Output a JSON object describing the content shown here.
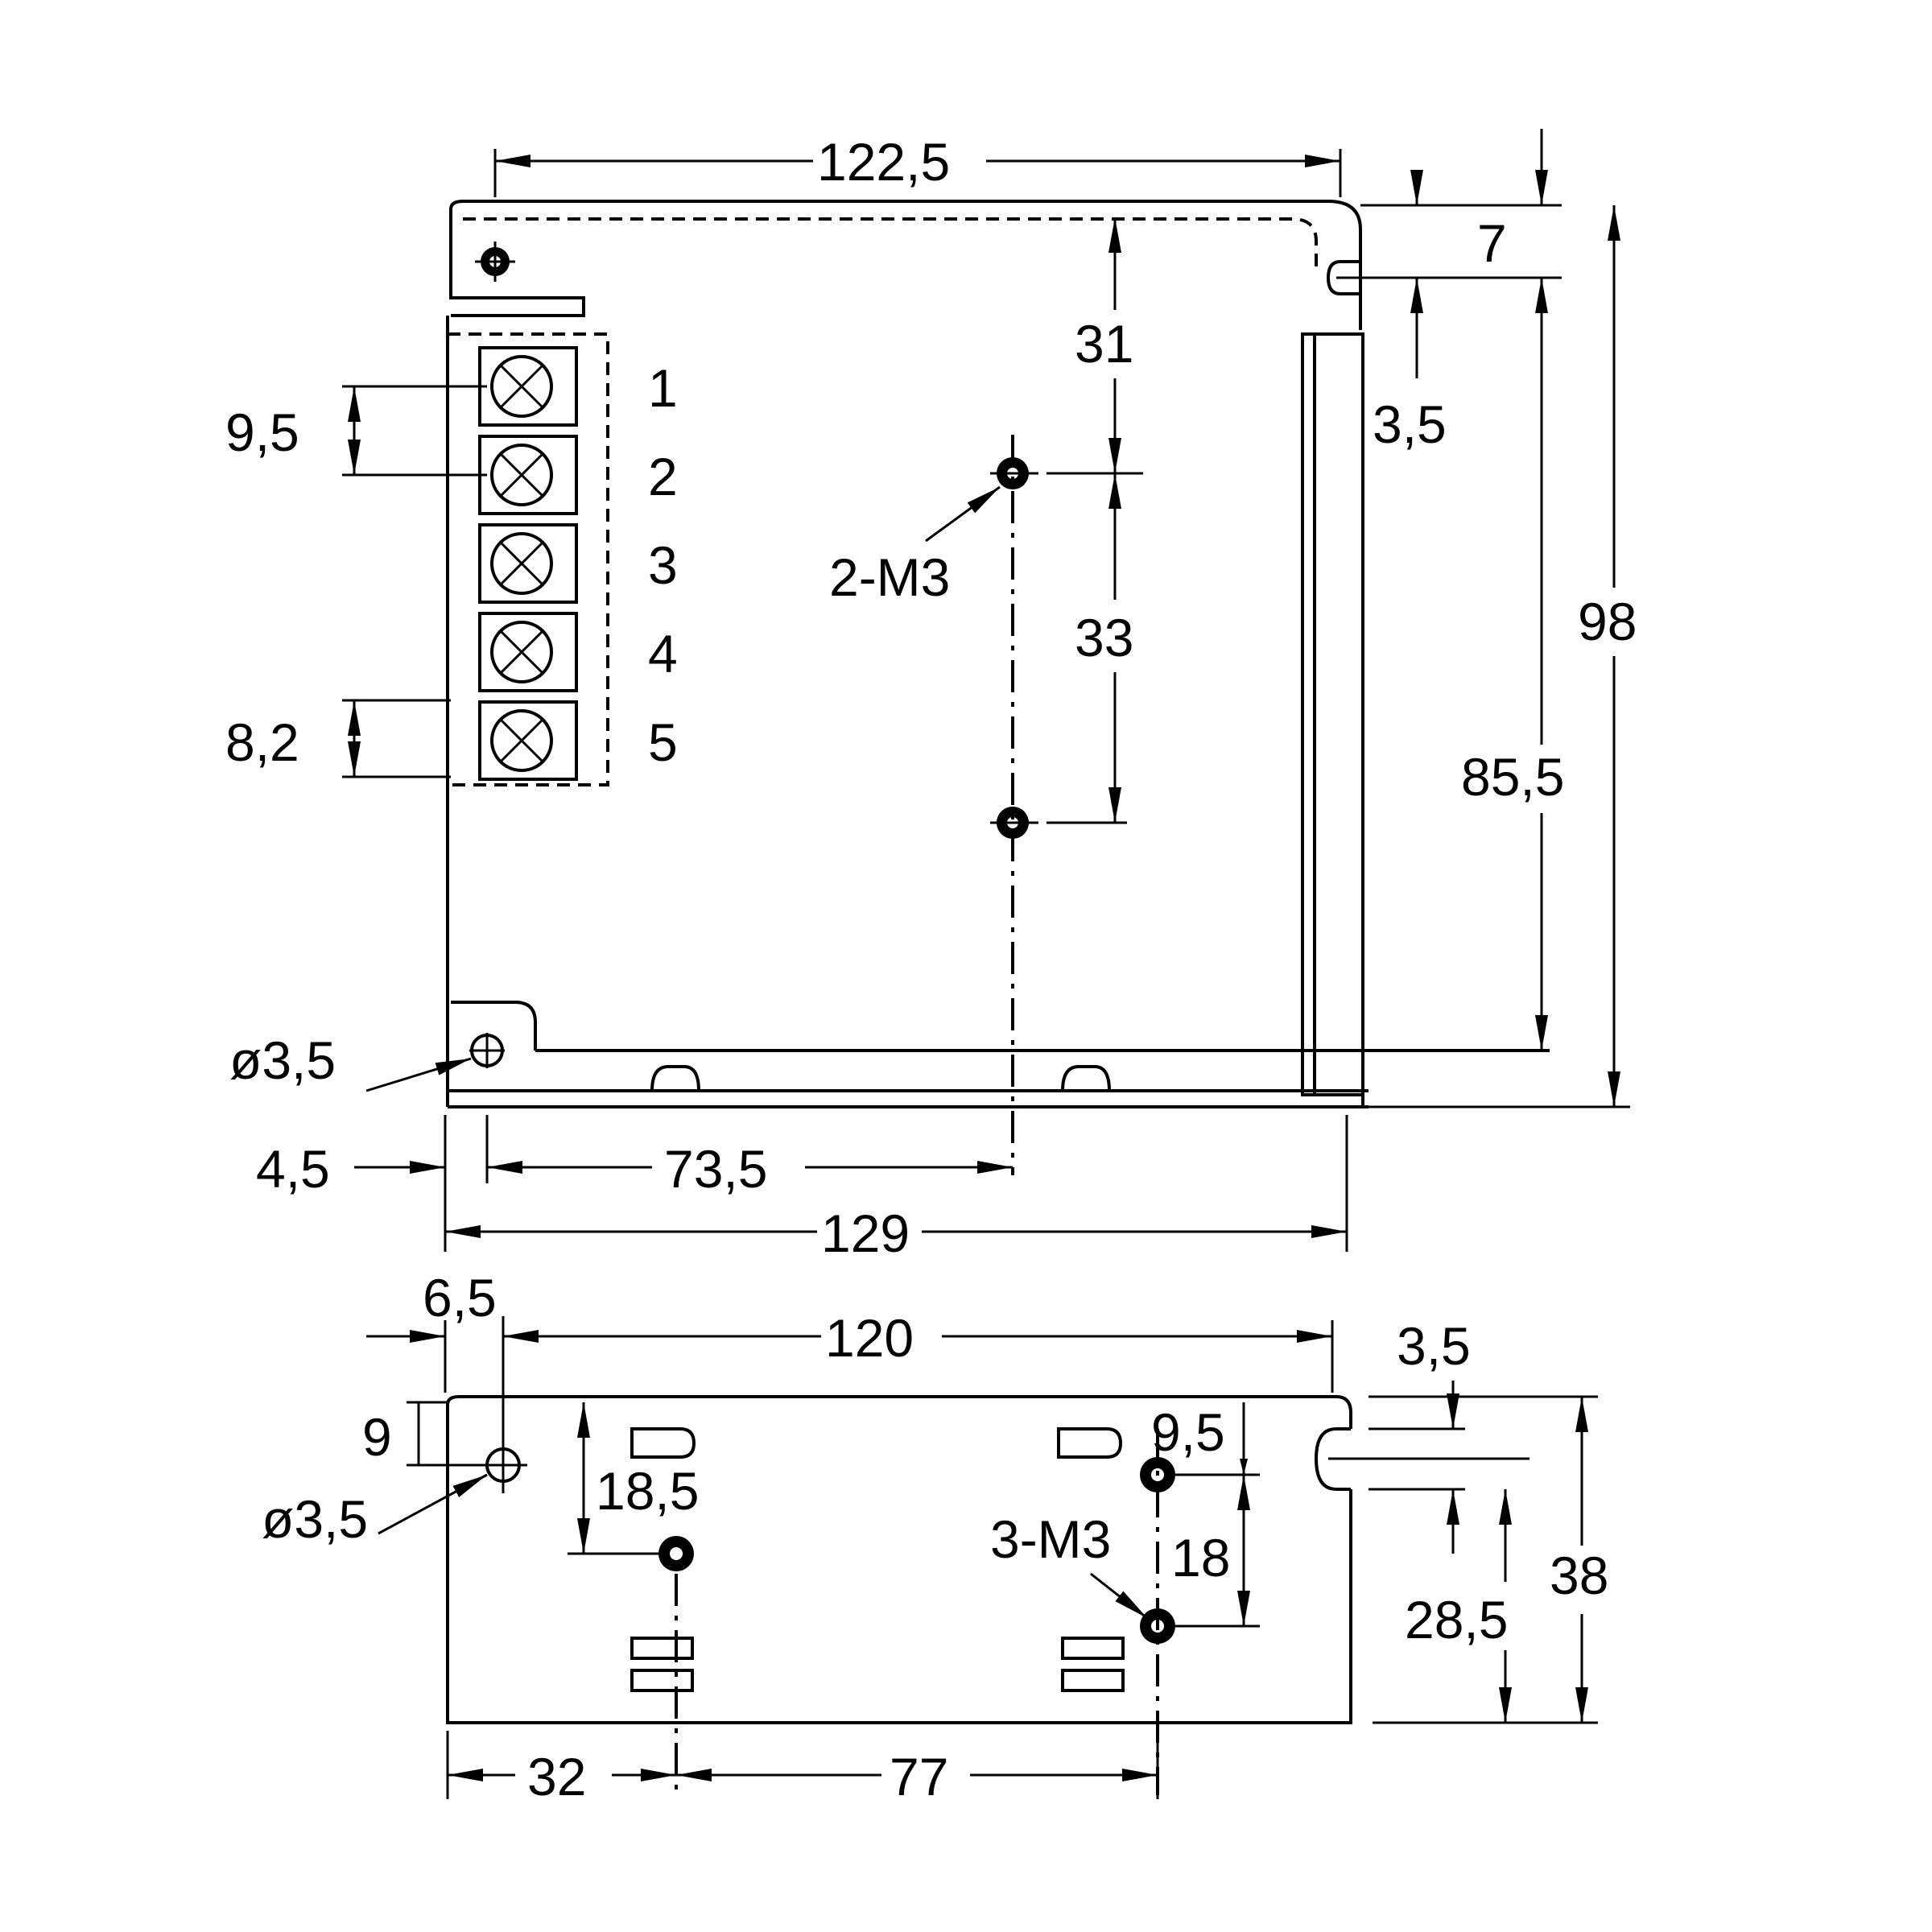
{
  "top_view": {
    "dimensions": {
      "overall_top_width": "122,5",
      "mount_hole_from_top": "31",
      "mount_hole_spacing": "33",
      "mount_thread": "2-M3",
      "slot_top_offset": "7",
      "slot_width": "3,5",
      "overall_height": "98",
      "hole_to_bottom_height": "85,5",
      "terminal_pitch": "9,5",
      "terminal_width": "8,2",
      "corner_hole_diameter": "ø3,5",
      "corner_hole_offset": "4,5",
      "hole_x_offset": "73,5",
      "overall_bottom_width": "129"
    },
    "terminals": [
      "1",
      "2",
      "3",
      "4",
      "5"
    ]
  },
  "side_view": {
    "dimensions": {
      "hole_offset_left": "6,5",
      "hole_span": "120",
      "slot_width": "3,5",
      "hole_from_top": "9",
      "hole_diameter": "ø3,5",
      "center_hole_from_top": "18,5",
      "right_hole_from_top": "9,5",
      "mount_thread": "3-M3",
      "right_hole_spacing": "18",
      "slot_height": "28,5",
      "overall_height": "38",
      "left_offset": "32",
      "center_spacing": "77"
    }
  }
}
